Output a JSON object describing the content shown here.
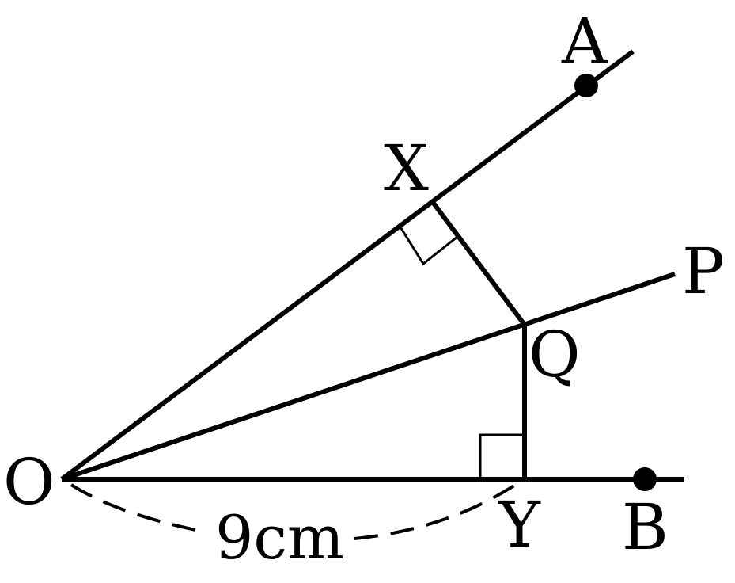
{
  "labels": {
    "O": "O",
    "A": "A",
    "B": "B",
    "P": "P",
    "Q": "Q",
    "X": "X",
    "Y": "Y"
  },
  "measurement": {
    "text": "9cm"
  },
  "colors": {
    "stroke": "#000000",
    "background": "#ffffff"
  }
}
